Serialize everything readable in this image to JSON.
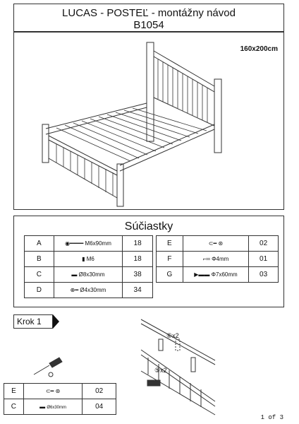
{
  "header": {
    "title": "LUCAS - POSTEĽ - montážny návod",
    "code": "B1054"
  },
  "illustration": {
    "size_label": "160x200cm"
  },
  "parts": {
    "title": "Súčiastky",
    "left": [
      {
        "letter": "A",
        "label": "M6x90mm",
        "qty": "18"
      },
      {
        "letter": "B",
        "label": "M6",
        "qty": "18"
      },
      {
        "letter": "C",
        "label": "Ø8x30mm",
        "qty": "38"
      },
      {
        "letter": "D",
        "label": "Ø4x30mm",
        "qty": "34"
      }
    ],
    "right": [
      {
        "letter": "E",
        "label": "",
        "qty": "02"
      },
      {
        "letter": "F",
        "label": "Φ4mm",
        "qty": "01"
      },
      {
        "letter": "G",
        "label": "Φ7x60mm",
        "qty": "03"
      }
    ]
  },
  "step1": {
    "label": "Krok 1",
    "callout_top": "⑥x2",
    "callout_bottom": "⑤x2"
  },
  "step_parts": [
    {
      "letter": "E",
      "label": "",
      "qty": "02"
    },
    {
      "letter": "C",
      "label": "Ø6x30mm",
      "qty": "04"
    }
  ],
  "page": "1 of 3"
}
